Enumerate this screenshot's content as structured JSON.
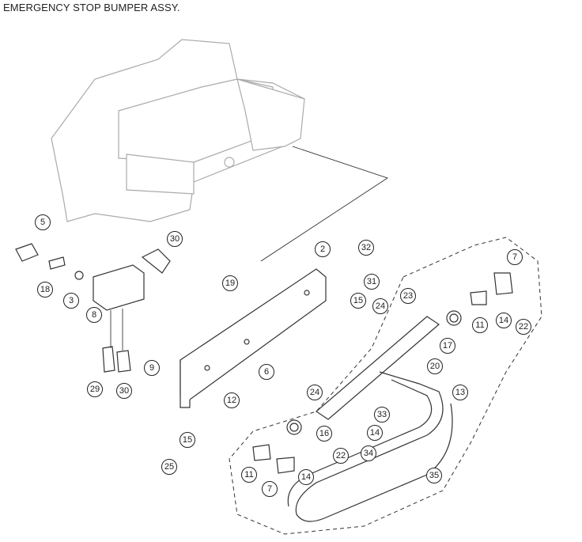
{
  "title": "EMERGENCY STOP BUMPER ASSY.",
  "callouts": [
    "5",
    "30",
    "18",
    "3",
    "8",
    "9",
    "29",
    "30",
    "19",
    "2",
    "32",
    "31",
    "15",
    "24",
    "6",
    "24",
    "12",
    "15",
    "25",
    "23",
    "7",
    "11",
    "14",
    "22",
    "17",
    "20",
    "13",
    "33",
    "16",
    "14",
    "22",
    "34",
    "11",
    "7",
    "14",
    "35"
  ]
}
